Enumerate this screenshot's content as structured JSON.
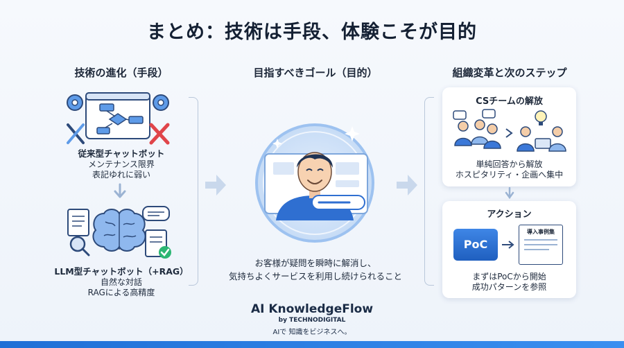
{
  "title": "まとめ：技術は手段、体験こそが目的",
  "left": {
    "heading": "技術の進化（手段）",
    "legacy": {
      "name": "従来型チャットボット",
      "line1": "メンテナンス限界",
      "line2": "表記ゆれに弱い"
    },
    "llm": {
      "name": "LLM型チャットボット（+RAG）",
      "line1": "自然な対話",
      "line2": "RAGによる高精度"
    }
  },
  "center": {
    "heading": "目指すべきゴール（目的）",
    "line1": "お客様が疑問を瞬時に解消し、",
    "line2": "気持ちよくサービスを利用し続けられること"
  },
  "right": {
    "heading": "組織変革と次のステップ",
    "cs_card": {
      "title": "CSチームの解放",
      "line1": "単純回答から解放",
      "line2": "ホスピタリティ・企画へ集中"
    },
    "action_card": {
      "title": "アクション",
      "poc_label": "PoC",
      "doc_label": "導入事例集",
      "line1": "まずはPoCから開始",
      "line2": "成功パターンを参照"
    }
  },
  "brand": {
    "name": "AI KnowledgeFlow",
    "by": "by TECHNODIGITAL",
    "tagline": "AIで 知識をビジネスへ。"
  },
  "colors": {
    "accent": "#1f6fd6",
    "title": "#142033",
    "red": "#e0454a",
    "green": "#2bb673"
  }
}
